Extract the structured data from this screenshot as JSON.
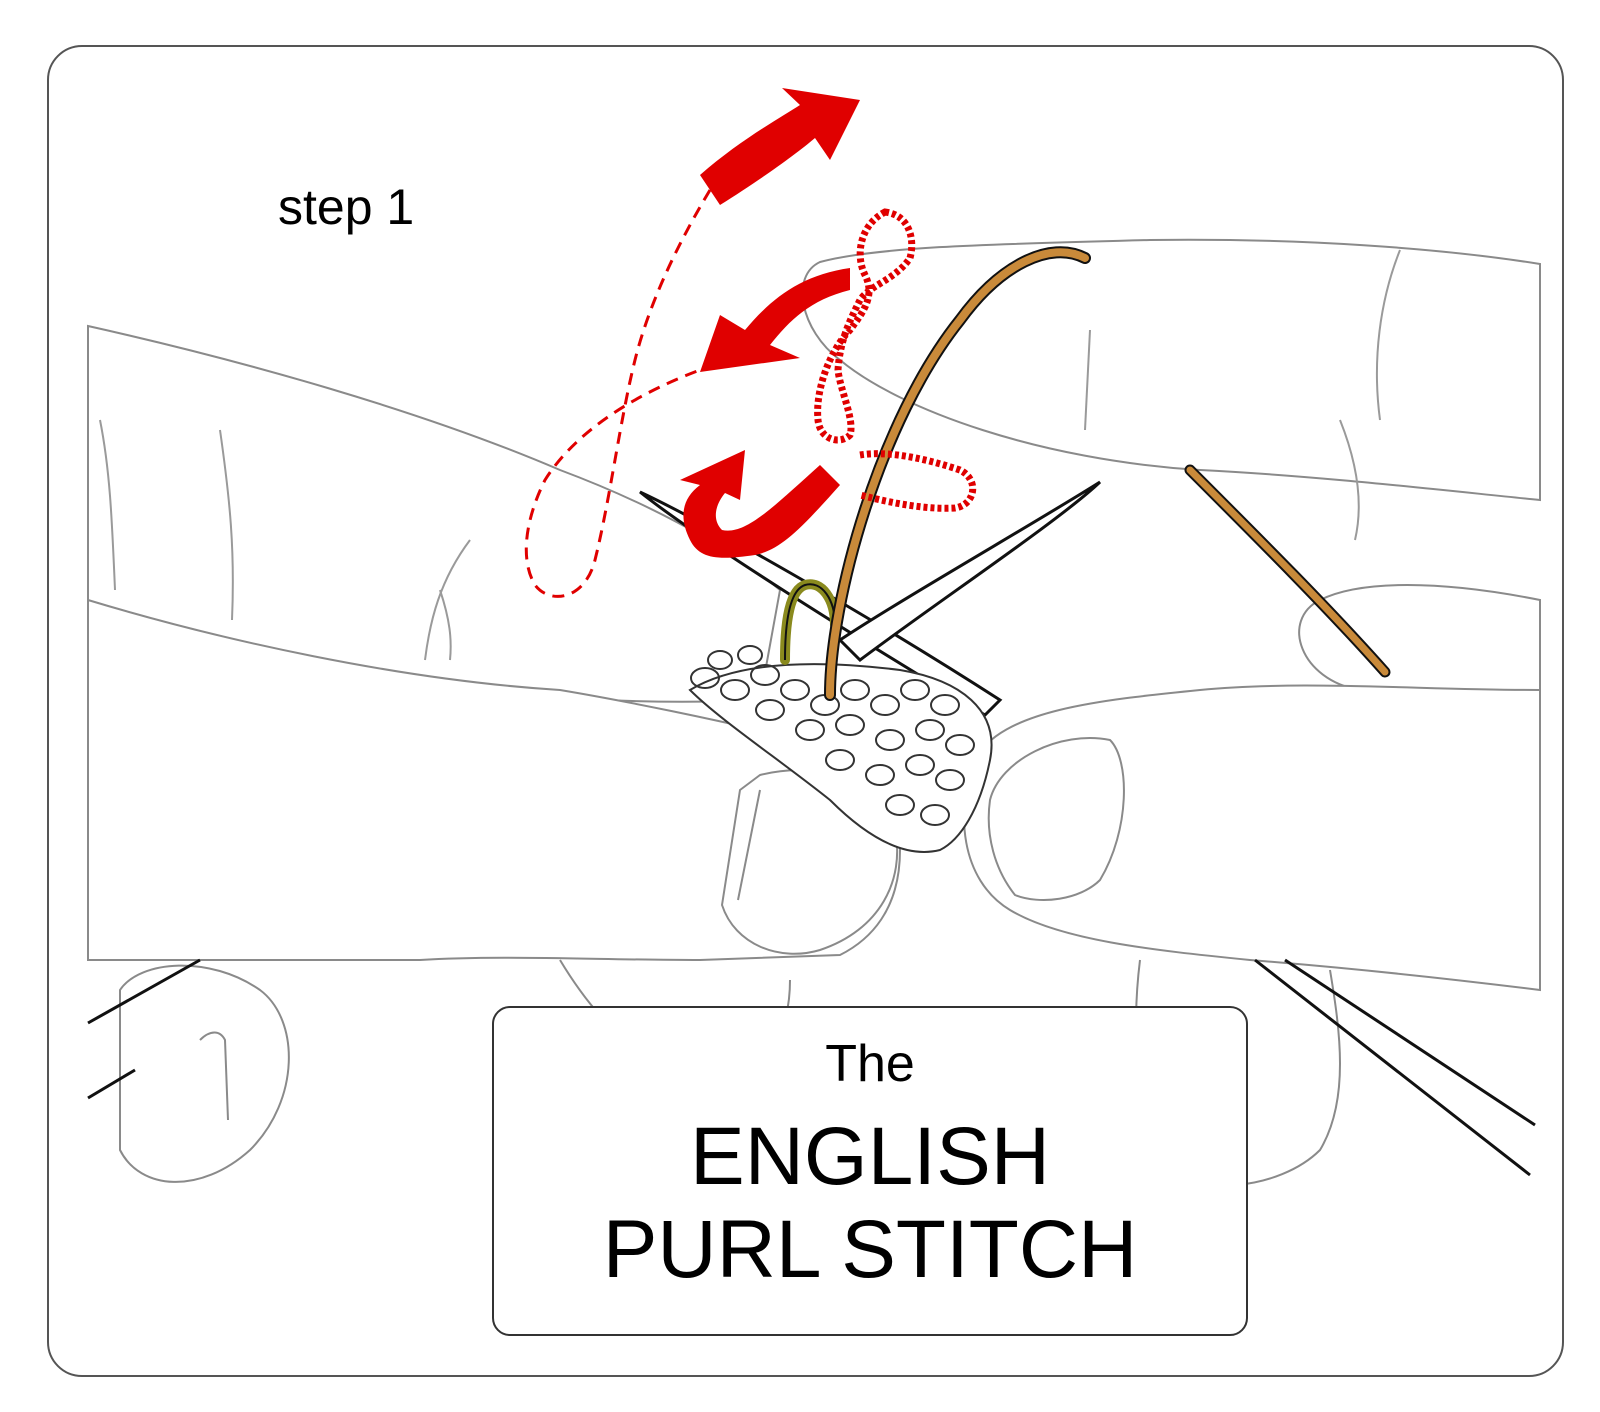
{
  "step_label": "step 1",
  "title": {
    "line1": "The",
    "line2": "ENGLISH",
    "line3": "PURL STITCH"
  },
  "colors": {
    "arrow": "#e00000",
    "working_yarn": "#c98a3a",
    "stitch_loop": "#8a8a1e",
    "outline": "#8a8a8a",
    "needle": "#111111"
  },
  "icons": [
    "red-motion-arrow",
    "dashed-yarn-path",
    "knitting-needle",
    "hand-outline",
    "knitted-fabric"
  ]
}
